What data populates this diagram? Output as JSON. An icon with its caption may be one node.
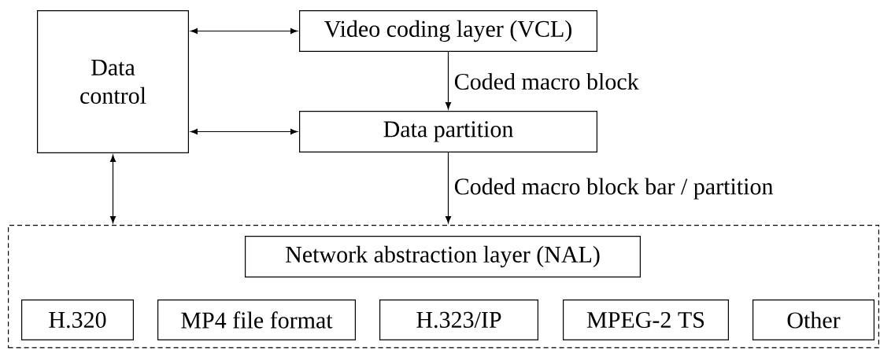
{
  "diagram": {
    "nodes": [
      {
        "text": [
          "Data control"
        ]
      },
      {
        "text": [
          "Video coding layer (VCL)"
        ]
      },
      {
        "text": [
          "Data partition"
        ]
      },
      {
        "text": [],
        "shape": "box"
      },
      {
        "text": [
          "Network abstraction layer (NAL)"
        ],
        "in": 3
      },
      {
        "text": [
          "H.320"
        ],
        "in": 3
      },
      {
        "text": [
          "MP4 file format"
        ],
        "in": 3
      },
      {
        "text": [
          "H.323/IP"
        ],
        "in": 3
      },
      {
        "text": [
          "MPEG-2 TS"
        ],
        "in": 3
      },
      {
        "text": [
          "Other"
        ],
        "in": 3
      }
    ],
    "edges": [
      {
        "from": 0,
        "to": 1,
        "arrow": "both"
      },
      {
        "from": 1,
        "to": 2,
        "arrow": "to",
        "label": "Coded macro block"
      },
      {
        "from": 0,
        "to": 2,
        "arrow": "both"
      },
      {
        "from": 2,
        "to": 3,
        "arrow": "to",
        "label": "Coded macro block bar / partition"
      },
      {
        "from": 0,
        "to": 3,
        "arrow": "both"
      }
    ]
  }
}
